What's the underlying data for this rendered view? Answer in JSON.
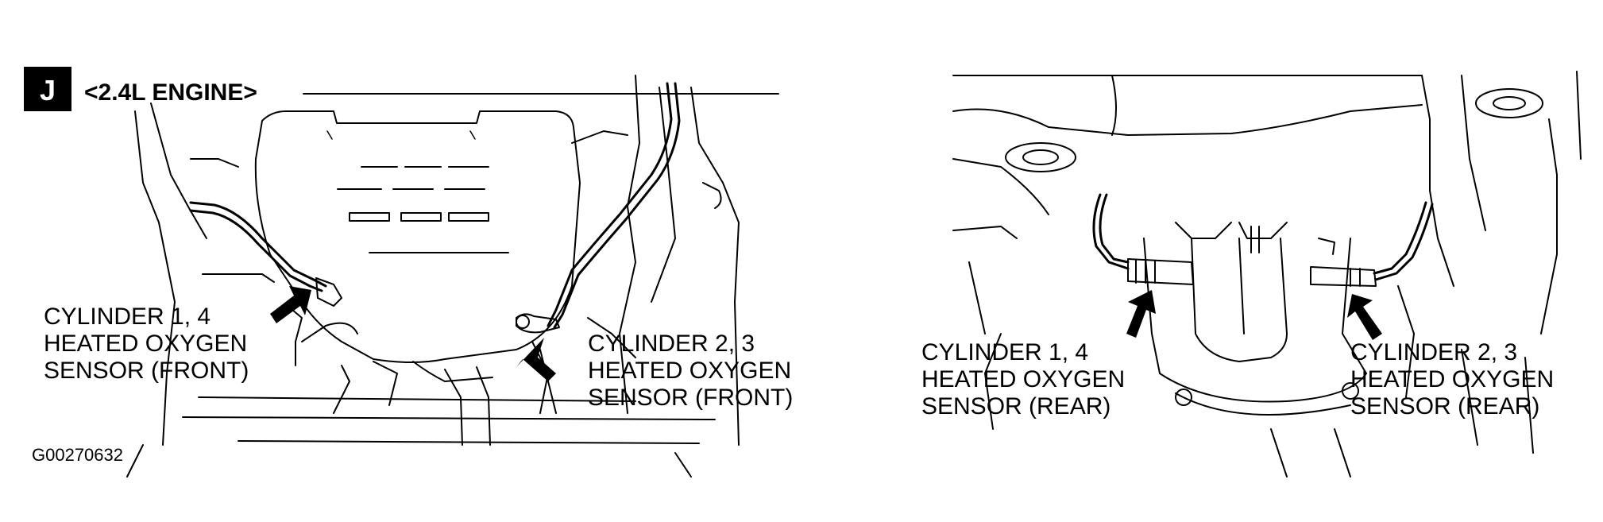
{
  "badge": "J",
  "engine_label": "<2.4L ENGINE>",
  "figure_code": "G00270632",
  "labels": {
    "front_cyl14": [
      "CYLINDER 1, 4",
      "HEATED OXYGEN",
      "SENSOR (FRONT)"
    ],
    "front_cyl23": [
      "CYLINDER 2, 3",
      "HEATED OXYGEN",
      "SENSOR (FRONT)"
    ],
    "rear_cyl14": [
      "CYLINDER 1, 4",
      "HEATED OXYGEN",
      "SENSOR (REAR)"
    ],
    "rear_cyl23": [
      "CYLINDER 2, 3",
      "HEATED OXYGEN",
      "SENSOR (REAR)"
    ]
  }
}
